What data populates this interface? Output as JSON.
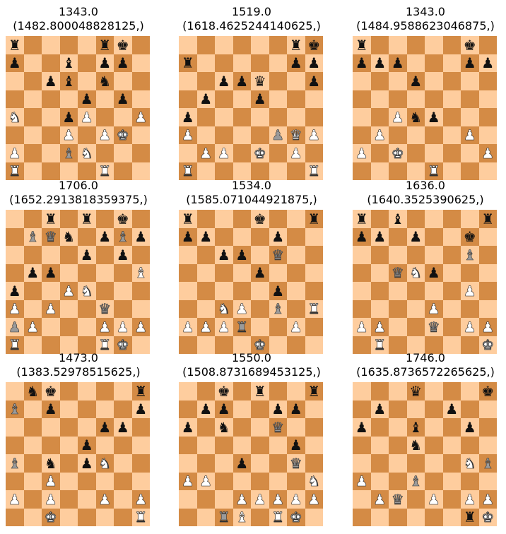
{
  "colors": {
    "light_square": "#fecd9e",
    "dark_square": "#d48b45"
  },
  "panels": [
    {
      "title": "1343.0",
      "subtitle": "(1482.800048828125,)",
      "rows": [
        "r....rk.",
        "p..b.pp.",
        "..pb.n..",
        "....p.p.",
        "N..pP..P",
        "...P.PK.",
        "P..BN...",
        "R....R.."
      ],
      "highlight": [
        "d2"
      ]
    },
    {
      "title": "1519.0",
      "subtitle": "(1618.4625244140625,)",
      "rows": [
        "......rk",
        "r.....pp",
        "..ppq..p",
        ".p..p...",
        "p.......",
        "P....PQP",
        ".PP.K.P.",
        "R......R"
      ],
      "highlight": [
        "f3"
      ]
    },
    {
      "title": "1343.0",
      "subtitle": "(1484.9588623046875,)",
      "rows": [
        "r.....k.",
        "ppp...pp",
        "...p....",
        "........",
        "..Pnp...",
        ".P....P.",
        "P.K....P",
        "....R..."
      ],
      "highlight": []
    },
    {
      "title": "1706.0",
      "subtitle": "(1652.2913818359375,)",
      "rows": [
        "..r.r.k.",
        ".bqn.pbp",
        "....p.p.",
        ".pp....B",
        "p..PN...",
        "P.P..Q..",
        "PP...PPP",
        "R....RK."
      ],
      "highlight": [
        "a2",
        "b7",
        "c7",
        "g7",
        "f3"
      ]
    },
    {
      "title": "1534.0",
      "subtitle": "(1585.071044921875,)",
      "rows": [
        "r...k..r",
        "pp...p..",
        "..pp.q..",
        "....p...",
        ".....p..",
        "..NP.B.R",
        "PPPR..P.",
        "....K..."
      ],
      "highlight": [
        "f6",
        "d2",
        "f3"
      ]
    },
    {
      "title": "1636.0",
      "subtitle": "(1640.3525390625,)",
      "rows": [
        "r.b....r",
        "pp.p..k.",
        "......b.",
        "..qNp...",
        "......P.",
        "....P...",
        "PP..Q.PP",
        ".R.....K"
      ],
      "highlight": [
        "g6",
        "c5",
        "e2"
      ]
    },
    {
      "title": "1473.0",
      "subtitle": "(1383.52978515625,)",
      "rows": [
        ".nk....r",
        "B.p....p",
        ".....pp.",
        "....p...",
        "B.n.pN..",
        "..P.....",
        "P.P..P.P",
        "..K....R"
      ],
      "highlight": [
        "a7",
        "a4"
      ]
    },
    {
      "title": "1550.0",
      "subtitle": "(1508.8731689453125,)",
      "rows": [
        "..k.r..r",
        ".pp..pp.",
        "p.n..q..",
        "......p.",
        "...p..Q.",
        "PP.....N",
        "...PPPPP",
        "..RB.RK."
      ],
      "highlight": [
        "f6",
        "g4",
        "c1"
      ]
    },
    {
      "title": "1746.0",
      "subtitle": "(1635.8736572265625,)",
      "rows": [
        "...q...k",
        ".p...p..",
        "p..b..p.",
        "...n....",
        "......NB",
        "P..B....",
        ".PQ.P.PP",
        "......rK"
      ],
      "highlight": [
        "h4",
        "d3",
        "c2"
      ]
    }
  ]
}
